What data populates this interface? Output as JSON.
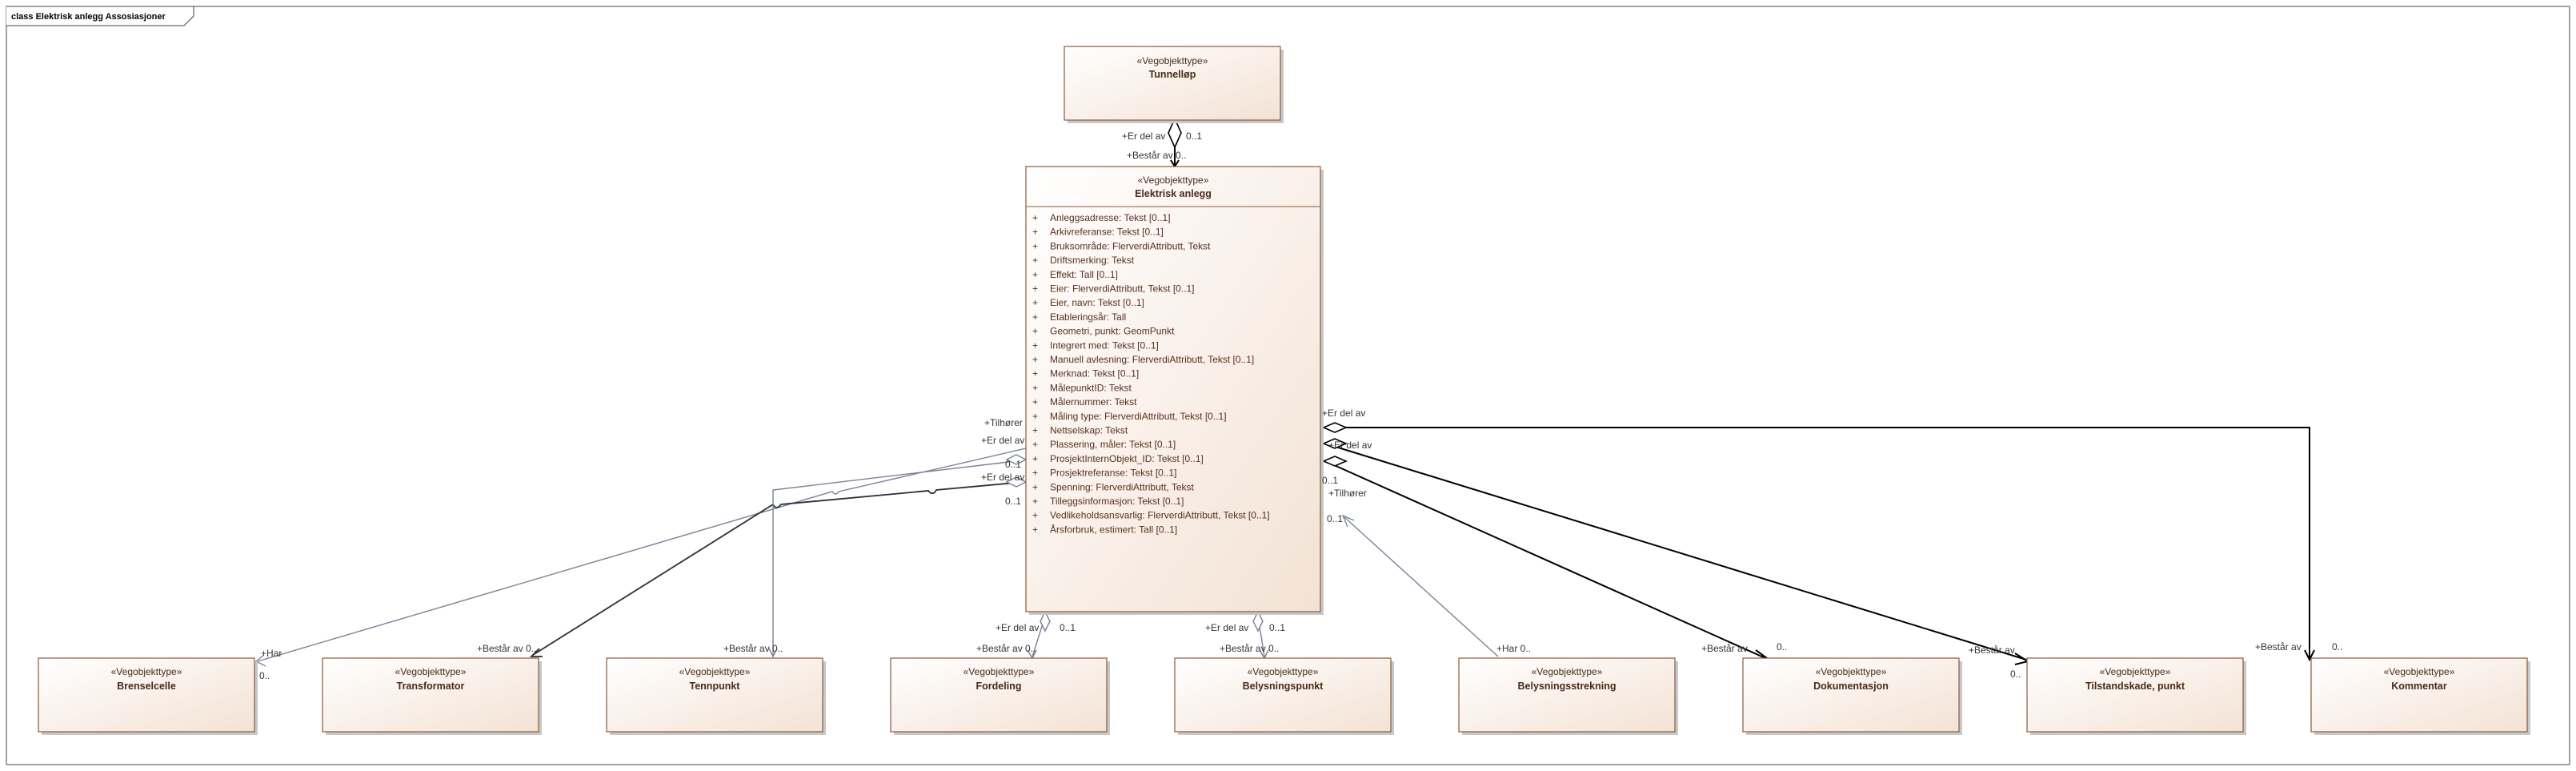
{
  "frame": {
    "title": "class Elektrisk anlegg Assosiasjoner"
  },
  "main": {
    "stereotype": "«Vegobjekttype»",
    "name": "Elektrisk anlegg",
    "attributes": [
      "Anleggsadresse: Tekst [0..1]",
      "Arkivreferanse: Tekst [0..1]",
      "Bruksområde: FlerverdiAttributt, Tekst",
      "Driftsmerking: Tekst",
      "Effekt: Tall [0..1]",
      "Eier: FlerverdiAttributt, Tekst [0..1]",
      "Eier, navn: Tekst [0..1]",
      "Etableringsår: Tall",
      "Geometri, punkt: GeomPunkt",
      "Integrert med: Tekst [0..1]",
      "Manuell avlesning: FlerverdiAttributt, Tekst [0..1]",
      "Merknad: Tekst [0..1]",
      "MålepunktID: Tekst",
      "Målernummer: Tekst",
      "Måling type: FlerverdiAttributt, Tekst [0..1]",
      "Nettselskap: Tekst",
      "Plassering, måler: Tekst [0..1]",
      "ProsjektInternObjekt_ID: Tekst [0..1]",
      "Prosjektreferanse: Tekst [0..1]",
      "Spenning: FlerverdiAttributt, Tekst",
      "Tilleggsinformasjon: Tekst [0..1]",
      "Vedlikeholdsansvarlig: FlerverdiAttributt, Tekst [0..1]",
      "Årsforbruk, estimert: Tall [0..1]"
    ]
  },
  "top": {
    "stereotype": "«Vegobjekttype»",
    "name": "Tunnelløp"
  },
  "bottom": [
    {
      "stereotype": "«Vegobjekttype»",
      "name": "Brenselcelle"
    },
    {
      "stereotype": "«Vegobjekttype»",
      "name": "Transformator"
    },
    {
      "stereotype": "«Vegobjekttype»",
      "name": "Tennpunkt"
    },
    {
      "stereotype": "«Vegobjekttype»",
      "name": "Fordeling"
    },
    {
      "stereotype": "«Vegobjekttype»",
      "name": "Belysningspunkt"
    },
    {
      "stereotype": "«Vegobjekttype»",
      "name": "Belysningsstrekning"
    },
    {
      "stereotype": "«Vegobjekttype»",
      "name": "Dokumentasjon"
    },
    {
      "stereotype": "«Vegobjekttype»",
      "name": "Tilstandskade, punkt"
    },
    {
      "stereotype": "«Vegobjekttype»",
      "name": "Kommentar"
    }
  ],
  "labels": {
    "top_er_del_av": "+Er del av",
    "top_mult_01": "0..1",
    "top_bestar_av": "+Består av 0..",
    "left_tilhorer": "+Tilhører",
    "left_er_del_av1": "+Er del av",
    "left_mult1": "0..1",
    "left_er_del_av2": "+Er del av",
    "left_mult2": "0..1",
    "right_er_del_av1": "+Er del av",
    "right_er_del_av2": "+Er del av",
    "right_mult1": "0..1",
    "right_tilhorer": "+Tilhører",
    "right_mult2": "0..1",
    "fordeling_er_del_av": "+Er del av",
    "fordeling_mult": "0..1",
    "fordeling_bestar": "+Består av 0..",
    "belys_er_del_av": "+Er del av",
    "belys_mult": "0..1",
    "belys_bestar": "+Består av 0..",
    "brensel_har": "+Har",
    "brensel_mult": "0..",
    "trafo_bestar": "+Består av 0..",
    "tenn_bestar": "+Består av 0..",
    "strekning_har": "+Har 0..",
    "dok_bestar": "+Består av",
    "dok_mult": "0..",
    "tilstand_bestar": "+Består av",
    "tilstand_mult": "0..",
    "komm_bestar": "+Består av",
    "komm_mult": "0.."
  }
}
